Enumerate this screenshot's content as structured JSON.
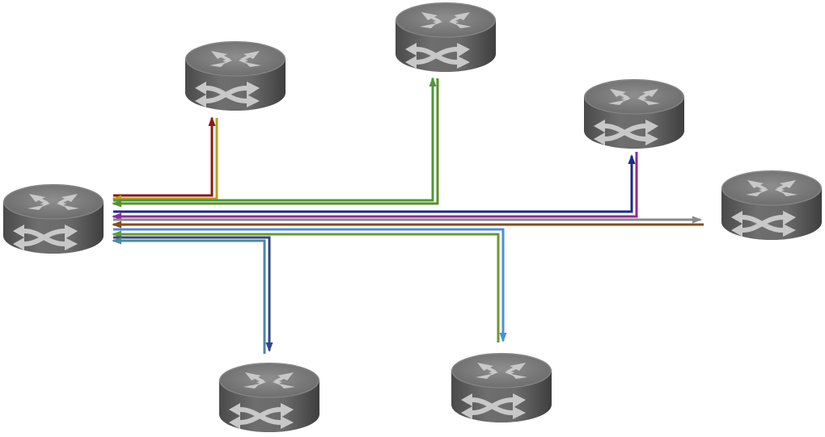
{
  "diagram": {
    "type": "network-topology",
    "nodes": [
      {
        "id": "hub",
        "kind": "router-icon"
      },
      {
        "id": "router-top-left",
        "kind": "router-icon"
      },
      {
        "id": "router-top-center",
        "kind": "router-icon"
      },
      {
        "id": "router-upper-right",
        "kind": "router-icon"
      },
      {
        "id": "router-right",
        "kind": "router-icon"
      },
      {
        "id": "router-bottom-left",
        "kind": "router-icon"
      },
      {
        "id": "router-bottom-right",
        "kind": "router-icon"
      }
    ],
    "paths": [
      {
        "from": "hub",
        "to": "router-top-left",
        "color": "#8e1a12",
        "direction": "outbound"
      },
      {
        "from": "router-top-left",
        "to": "hub",
        "color": "#b8a21a",
        "direction": "inbound"
      },
      {
        "from": "router-top-center",
        "to": "hub",
        "color": "#5a8f2a",
        "direction": "inbound"
      },
      {
        "from": "hub",
        "to": "router-top-center",
        "color": "#4a9a3a",
        "direction": "outbound"
      },
      {
        "from": "hub",
        "to": "router-upper-right",
        "color": "#1c2a8c",
        "direction": "outbound"
      },
      {
        "from": "router-upper-right",
        "to": "hub",
        "color": "#8e2a9a",
        "direction": "inbound"
      },
      {
        "from": "hub",
        "to": "router-right",
        "color": "#8a8a8a",
        "direction": "outbound"
      },
      {
        "from": "router-right",
        "to": "hub",
        "color": "#8a4a1c",
        "direction": "inbound"
      },
      {
        "from": "hub",
        "to": "router-bottom-right",
        "color": "#4a8ee0",
        "direction": "outbound"
      },
      {
        "from": "router-bottom-right",
        "to": "hub",
        "color": "#6a9a2a",
        "direction": "inbound"
      },
      {
        "from": "hub",
        "to": "router-bottom-left",
        "color": "#2c4a8a",
        "direction": "outbound"
      },
      {
        "from": "router-bottom-left",
        "to": "hub",
        "color": "#4a8aa0",
        "direction": "inbound"
      }
    ]
  }
}
